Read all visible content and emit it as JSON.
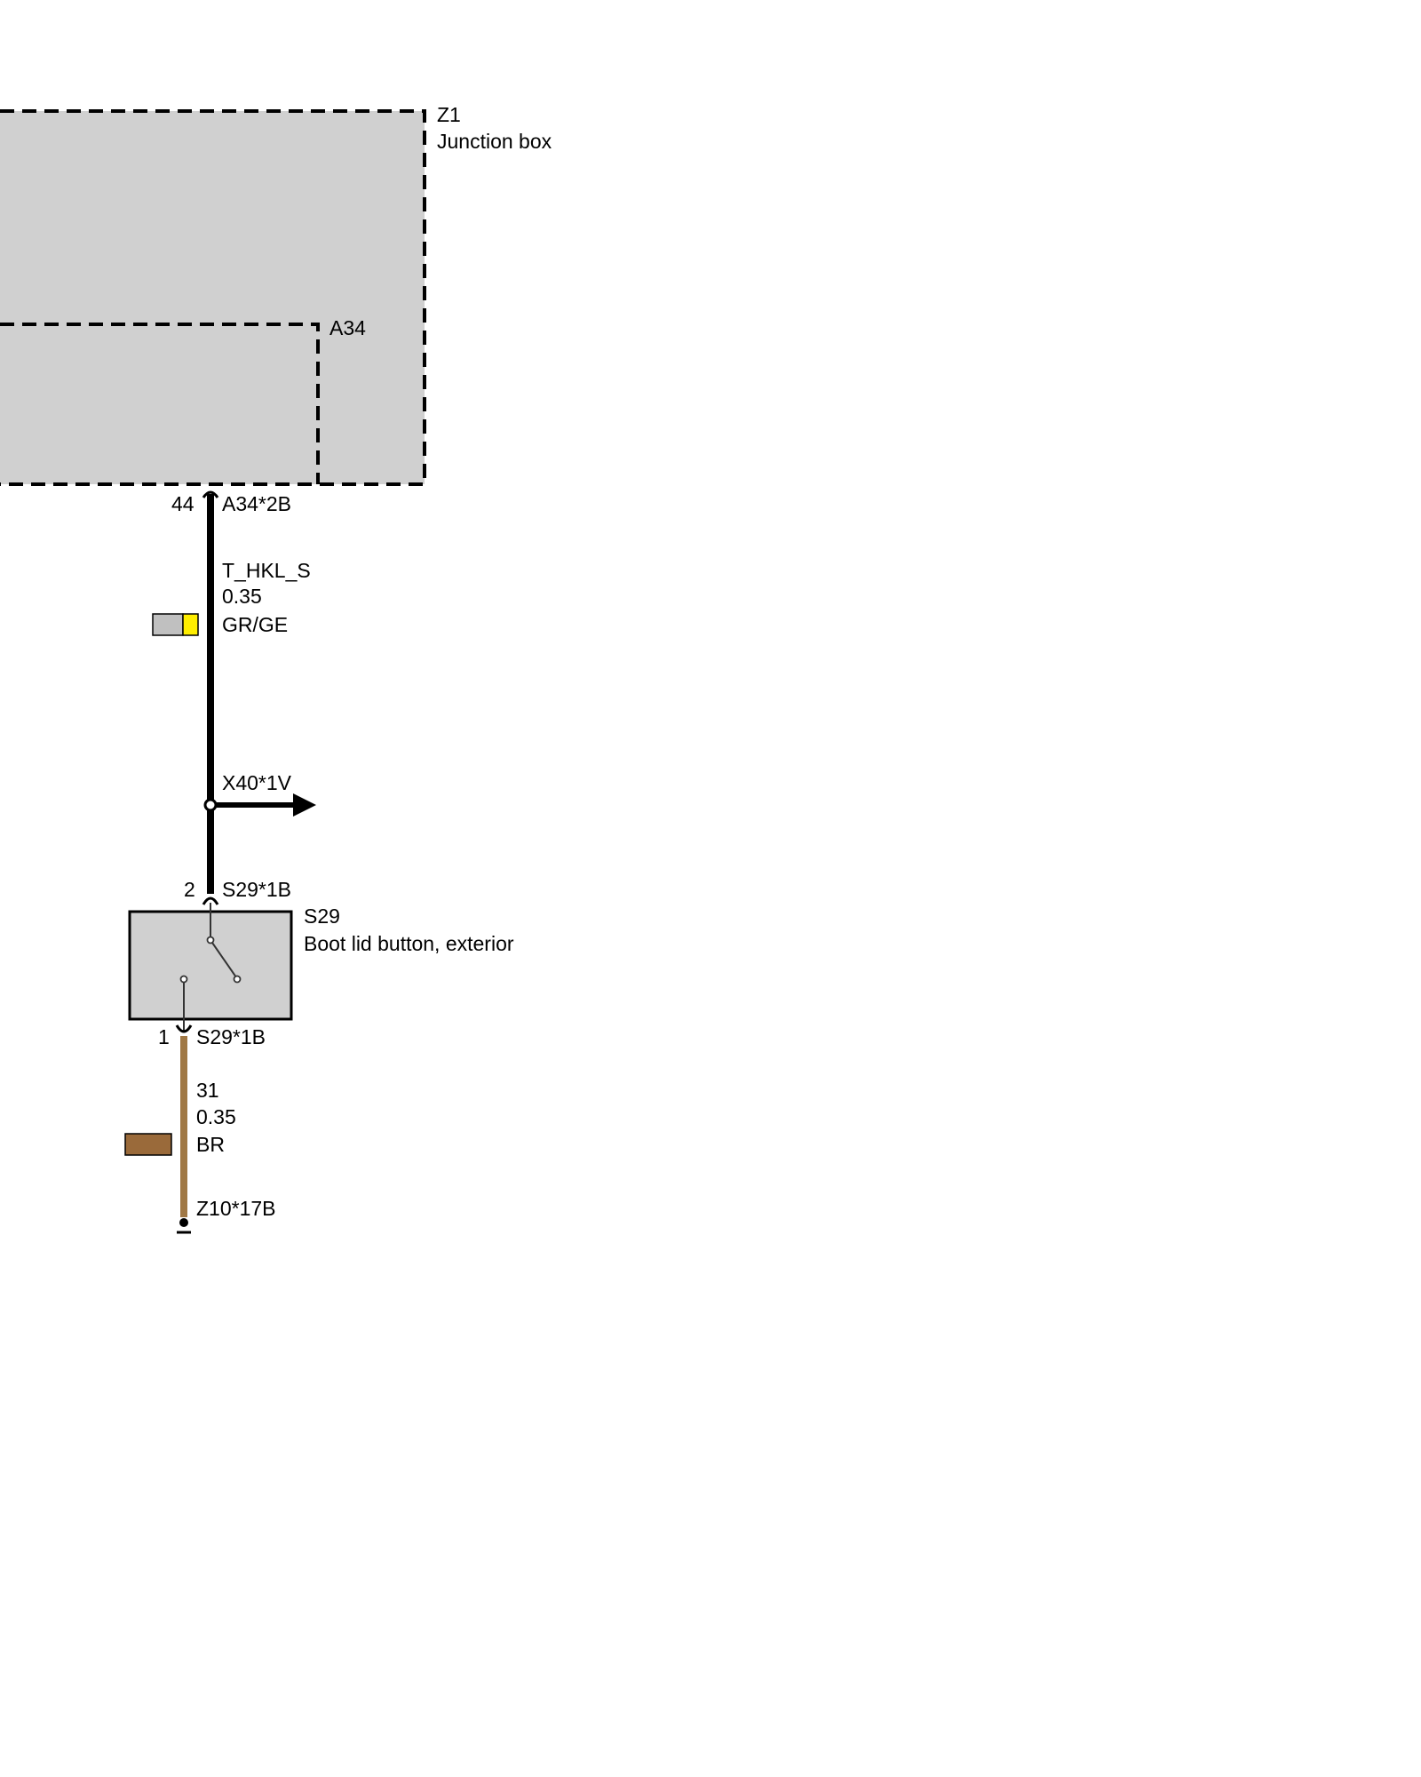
{
  "components": {
    "junction_box": {
      "id": "Z1",
      "name": "Junction box",
      "fill": "#d0d0d0"
    },
    "module_a34": {
      "id": "A34"
    },
    "switch_s29": {
      "id": "S29",
      "name": "Boot lid button, exterior",
      "fill": "#d0d0d0"
    }
  },
  "connectors": {
    "a34_pin": {
      "pin": "44",
      "label": "A34*2B"
    },
    "branch": {
      "label": "X40*1V"
    },
    "s29_top": {
      "pin": "2",
      "label": "S29*1B"
    },
    "s29_bottom": {
      "pin": "1",
      "label": "S29*1B"
    },
    "ground": {
      "label": "Z10*17B"
    }
  },
  "wires": {
    "upper": {
      "signal": "T_HKL_S",
      "cross_section": "0.35",
      "color_code": "GR/GE",
      "stroke": "#000000",
      "swatch_colors": [
        "#c0c0c0",
        "#ffee00"
      ]
    },
    "lower": {
      "signal": "31",
      "cross_section": "0.35",
      "color_code": "BR",
      "stroke": "#a07845",
      "swatch_colors": [
        "#9a6a3a"
      ]
    }
  }
}
